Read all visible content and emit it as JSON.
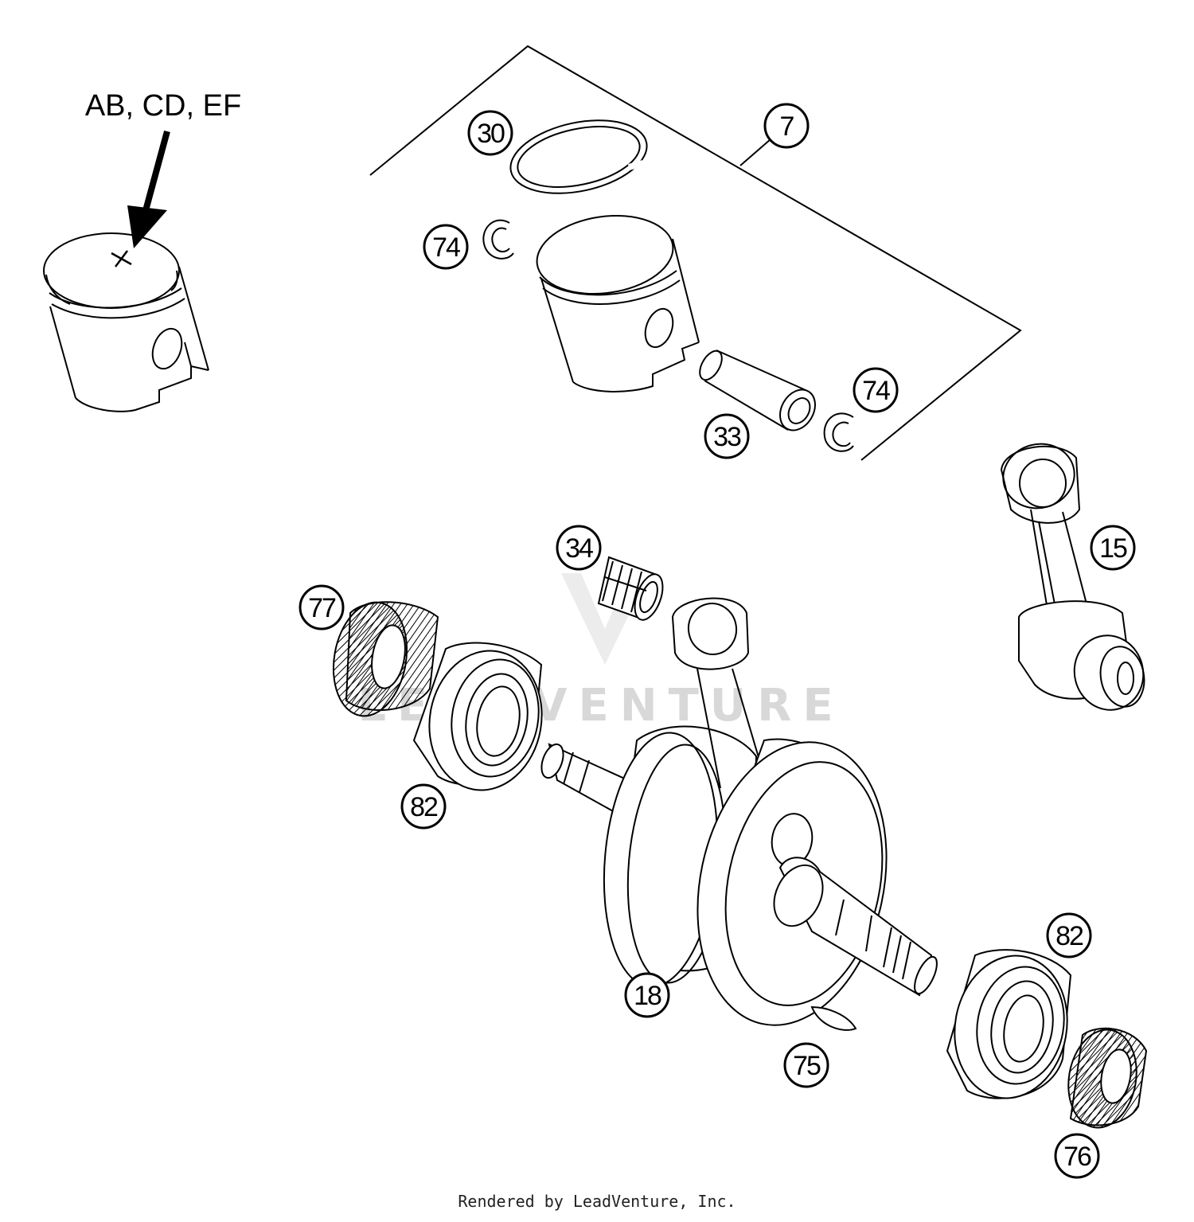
{
  "piston_marking": "AB, CD, EF",
  "callouts": [
    "7",
    "30",
    "74",
    "74",
    "33",
    "15",
    "34",
    "77",
    "82",
    "82",
    "18",
    "75",
    "76"
  ],
  "watermark": "LEADVENTURE",
  "footer": "Rendered by LeadVenture, Inc."
}
